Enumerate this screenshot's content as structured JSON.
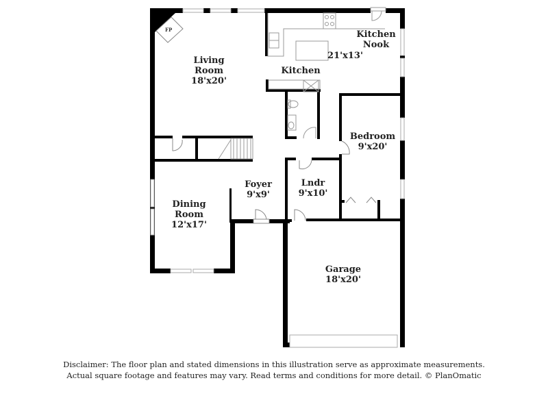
{
  "rooms": {
    "living_room": {
      "name": "Living Room",
      "line1": "Living",
      "line2": "Room",
      "dims": "18'x20'"
    },
    "kitchen": {
      "name": "Kitchen",
      "dims": "21'x13'"
    },
    "kitchen_nook": {
      "line1": "Kitchen",
      "line2": "Nook"
    },
    "bedroom": {
      "name": "Bedroom",
      "dims": "9'x20'"
    },
    "foyer": {
      "name": "Foyer",
      "dims": "9'x9'"
    },
    "laundry": {
      "name": "Lndr",
      "dims": "9'x10'"
    },
    "dining_room": {
      "line1": "Dining",
      "line2": "Room",
      "dims": "12'x17'"
    },
    "garage": {
      "name": "Garage",
      "dims": "18'x20'"
    }
  },
  "fixtures": {
    "fireplace": "FP"
  },
  "disclaimer": {
    "line1": "Disclaimer: The floor plan and stated dimensions in this illustration serve as approximate measurements.",
    "line2": "Actual square footage and features may vary. Read terms and conditions for more detail. © PlanOmatic"
  },
  "colors": {
    "wall": "#000000",
    "window": "#cccccc",
    "fixture": "#999999",
    "text": "#222222"
  }
}
